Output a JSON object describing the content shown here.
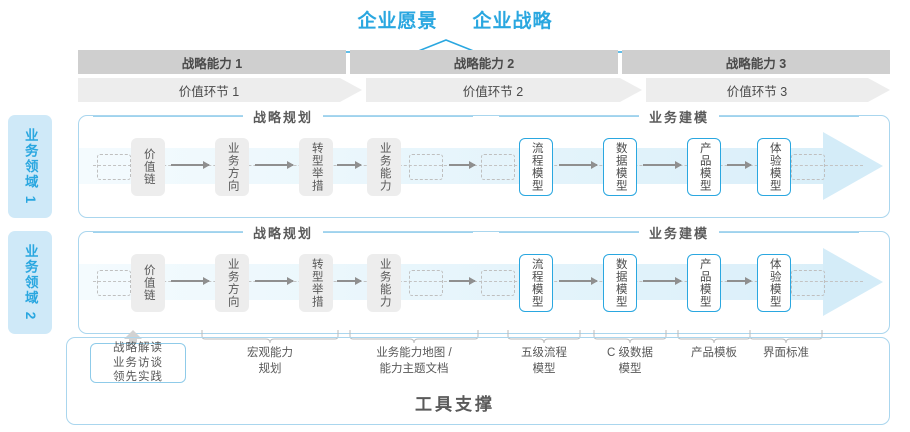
{
  "header": {
    "vision_label": "企业愿景",
    "strategy_label": "企业战略"
  },
  "capability_bars": [
    {
      "label": "战略能力 1"
    },
    {
      "label": "战略能力 2"
    },
    {
      "label": "战略能力 3"
    }
  ],
  "value_bars": [
    {
      "label": "价值环节 1"
    },
    {
      "label": "价值环节 2"
    },
    {
      "label": "价值环节 3"
    }
  ],
  "domains": [
    {
      "tag": "业务领域 1"
    },
    {
      "tag": "业务领域 2"
    }
  ],
  "sections": {
    "planning_title": "战略规划",
    "modeling_title": "业务建模"
  },
  "planning_nodes": [
    {
      "label": "价值链"
    },
    {
      "label": "业务方向"
    },
    {
      "label": "转型举措"
    },
    {
      "label": "业务能力"
    }
  ],
  "modeling_nodes": [
    {
      "label": "流程模型"
    },
    {
      "label": "数据模型"
    },
    {
      "label": "产品模型"
    },
    {
      "label": "体验模型"
    }
  ],
  "tool_card": {
    "label": "战略解读\n业务访谈\n领先实践"
  },
  "tool_labels": [
    {
      "label": "宏观能力\n规划"
    },
    {
      "label": "业务能力地图 /\n能力主题文档"
    },
    {
      "label": "五级流程\n模型"
    },
    {
      "label": "C 级数据\n模型"
    },
    {
      "label": "产品模板"
    },
    {
      "label": "界面标准"
    }
  ],
  "footer": {
    "title": "工具支撑"
  },
  "colors": {
    "accent": "#2aa7e0",
    "accent_light": "#aad6ee",
    "tag_bg": "#cfe9f8",
    "bar_cap": "#cfcfcf",
    "bar_val": "#ededed",
    "node_gray": "#ededed",
    "text_gray": "#585858"
  }
}
